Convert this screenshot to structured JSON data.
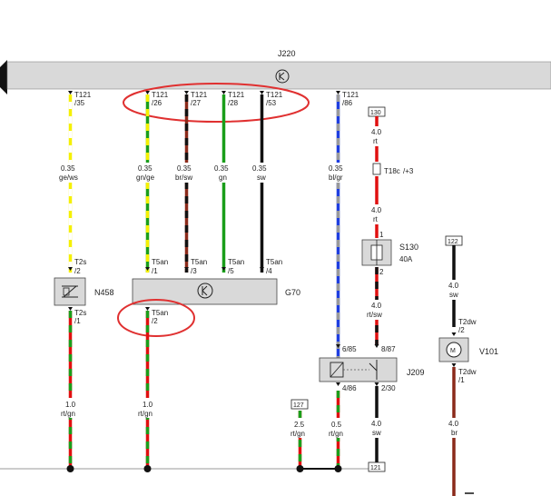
{
  "header": {
    "bar_label": "J220",
    "bus_label": "T121"
  },
  "connectors_top": {
    "c1": {
      "pin": "T121",
      "num": "/35"
    },
    "c2": {
      "pin": "T121",
      "num": "/26"
    },
    "c3": {
      "pin": "T121",
      "num": "/27"
    },
    "c4": {
      "pin": "T121",
      "num": "/28"
    },
    "c5": {
      "pin": "T121",
      "num": "/53"
    },
    "c6": {
      "pin": "T121",
      "num": "/86"
    }
  },
  "wires_upper": {
    "w1": {
      "size": "0.35",
      "color": "ge/ws"
    },
    "w2": {
      "size": "0.35",
      "color": "gn/ge"
    },
    "w3": {
      "size": "0.35",
      "color": "br/sw"
    },
    "w4": {
      "size": "0.35",
      "color": "gn"
    },
    "w5": {
      "size": "0.35",
      "color": "sw"
    },
    "w6": {
      "size": "0.35",
      "color": "bl/gr"
    }
  },
  "plugs_mid": {
    "p1": {
      "pin": "T2s",
      "num": "/2"
    },
    "p2": {
      "pin": "T5an",
      "num": "/1"
    },
    "p3": {
      "pin": "T5an",
      "num": "/3"
    },
    "p4": {
      "pin": "T5an",
      "num": "/5"
    },
    "p5": {
      "pin": "T5an",
      "num": "/4"
    },
    "p6": {
      "pin": "T2s",
      "num": "/1"
    },
    "p7": {
      "pin": "T5an",
      "num": "/2"
    }
  },
  "components": {
    "n458": "N458",
    "g70": "G70",
    "j209": "J209",
    "s130": "S130",
    "s130_rating": "40A",
    "v101": "V101",
    "t18c": "T18c",
    "t18c_ref": "/+3"
  },
  "right_column": {
    "top_tag": "130",
    "w_a": {
      "size": "4.0",
      "color": "rt"
    },
    "w_b": {
      "size": "4.0",
      "color": "rt"
    },
    "w_c": {
      "size": "4.0",
      "color": "rt/sw"
    },
    "fuse_pin1": "1",
    "fuse_pin2": "2",
    "relay_in": "8/87",
    "relay_out": "2/30",
    "w_d": {
      "size": "4.0",
      "color": "sw"
    },
    "bottom_tag": "121"
  },
  "relay_left": {
    "top": "6/85",
    "bottom": "4/86"
  },
  "motor_column": {
    "top_tag": "122",
    "w_top": {
      "size": "4.0",
      "color": "sw"
    },
    "pin_top": "T2dw",
    "pin_top_num": "/2",
    "pin_bot": "T2dw",
    "pin_bot_num": "/1",
    "w_bot": {
      "size": "4.0",
      "color": "br"
    }
  },
  "wires_lower": {
    "l1": {
      "size": "1.0",
      "color": "rt/gn"
    },
    "l2": {
      "size": "1.0",
      "color": "rt/gn"
    },
    "l3": {
      "size": "2.5",
      "color": "rt/gn"
    },
    "l4": {
      "size": "0.5",
      "color": "rt/gn"
    },
    "tag_l3": "127"
  },
  "colors": {
    "bar": "#d9d9d9",
    "yellow": "#f5f000",
    "green": "#1a9e1a",
    "red": "#e01010",
    "black": "#111111",
    "blue": "#1f3fe0",
    "gray": "#9a9a9a",
    "brown": "#8b2a1a",
    "highlight": "#e03030"
  }
}
